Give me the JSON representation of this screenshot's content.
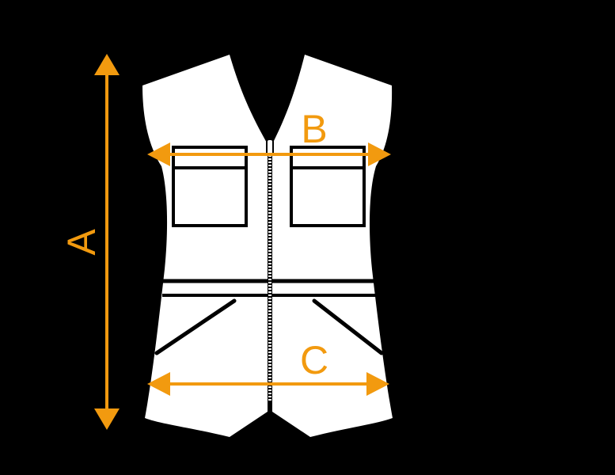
{
  "colors": {
    "background": "#000000",
    "garment_fill": "#ffffff",
    "garment_lines": "#000000",
    "dimension": "#f29a0f"
  },
  "dimensions": {
    "a": {
      "label": "A"
    },
    "b": {
      "label": "B"
    },
    "c": {
      "label": "C"
    }
  }
}
